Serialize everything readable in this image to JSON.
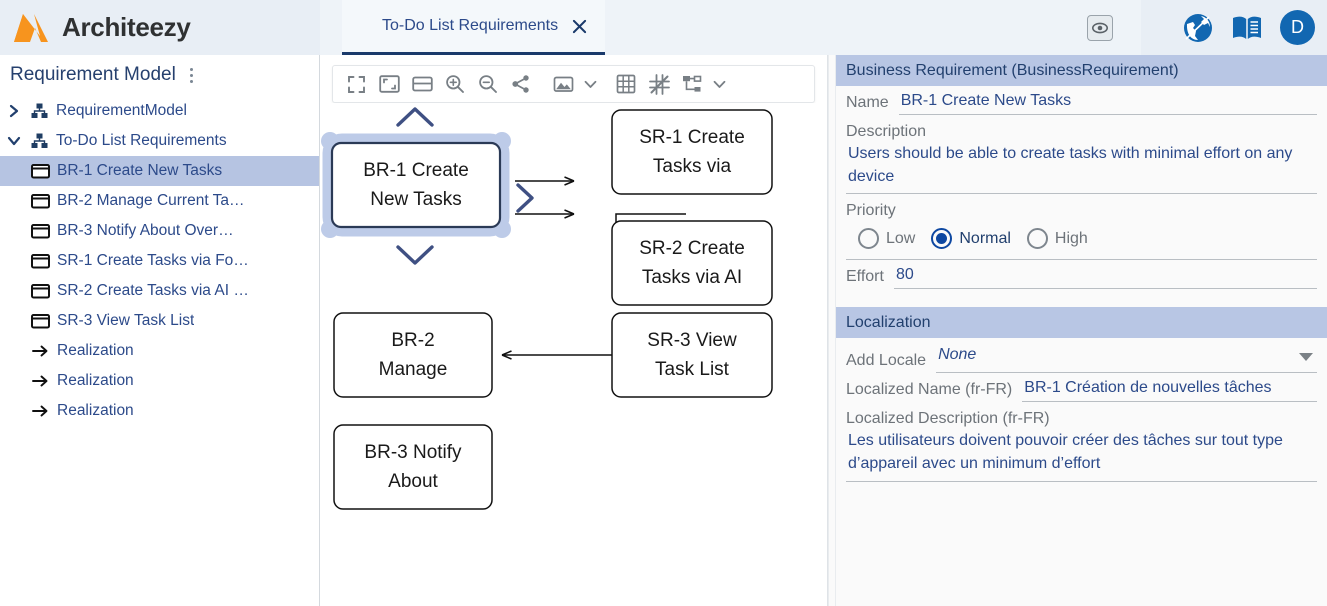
{
  "app": {
    "brand": "Architeezy",
    "logo_icon": "architeezy-logo-icon",
    "logo_color": "#F7941E"
  },
  "header": {
    "tab": {
      "label": "To-Do List Requirements",
      "close_icon": "close-icon"
    },
    "preview_icon": "eye-preview-icon",
    "icons": [
      {
        "name": "globe-icon",
        "label": "Globe"
      },
      {
        "name": "book-icon",
        "label": "Documentation"
      }
    ],
    "avatar": {
      "initial": "D",
      "color": "#1267b1"
    }
  },
  "sidebar": {
    "title": "Requirement Model",
    "menu_icon": "kebab-menu-icon",
    "items": [
      {
        "label": "RequirementModel",
        "icon": "model-tree-icon",
        "twisty": "chevron-right-icon",
        "indent": 1,
        "selected": false
      },
      {
        "label": "To-Do List Requirements",
        "icon": "model-tree-icon",
        "twisty": "chevron-down-icon",
        "indent": 1,
        "selected": false
      },
      {
        "label": "BR-1 Create New Tasks",
        "icon": "requirement-box-icon",
        "twisty": "",
        "indent": 2,
        "selected": true
      },
      {
        "label": "BR-2 Manage Current Ta…",
        "icon": "requirement-box-icon",
        "twisty": "",
        "indent": 2,
        "selected": false
      },
      {
        "label": "BR-3 Notify About Over…",
        "icon": "requirement-box-icon",
        "twisty": "",
        "indent": 2,
        "selected": false
      },
      {
        "label": "SR-1 Create Tasks via Fo…",
        "icon": "requirement-box-icon",
        "twisty": "",
        "indent": 2,
        "selected": false
      },
      {
        "label": "SR-2 Create Tasks via AI …",
        "icon": "requirement-box-icon",
        "twisty": "",
        "indent": 2,
        "selected": false
      },
      {
        "label": "SR-3 View Task List",
        "icon": "requirement-box-icon",
        "twisty": "",
        "indent": 2,
        "selected": false
      },
      {
        "label": "Realization",
        "icon": "arrow-right-icon",
        "twisty": "",
        "indent": 2,
        "selected": false
      },
      {
        "label": "Realization",
        "icon": "arrow-right-icon",
        "twisty": "",
        "indent": 2,
        "selected": false
      },
      {
        "label": "Realization",
        "icon": "arrow-right-icon",
        "twisty": "",
        "indent": 2,
        "selected": false
      }
    ]
  },
  "toolbar": {
    "buttons": [
      {
        "name": "fit-screen-icon",
        "title": "Fit to screen"
      },
      {
        "name": "fit-selection-icon",
        "title": "Fit selection"
      },
      {
        "name": "fit-width-icon",
        "title": "Fit width"
      },
      {
        "name": "zoom-in-icon",
        "title": "Zoom in"
      },
      {
        "name": "zoom-out-icon",
        "title": "Zoom out"
      },
      {
        "name": "share-icon",
        "title": "Share"
      },
      {
        "name": "export-image-icon",
        "title": "Export image"
      },
      {
        "name": "export-image-chevron-icon",
        "title": "Export options"
      },
      {
        "name": "grid-icon",
        "title": "Grid"
      },
      {
        "name": "snap-icon",
        "title": "Snap to grid"
      },
      {
        "name": "layout-tree-icon",
        "title": "Auto layout"
      },
      {
        "name": "layout-chevron-icon",
        "title": "Layout options"
      }
    ]
  },
  "diagram": {
    "nodes": [
      {
        "id": "br1",
        "label": "BR-1 Create\nNew Tasks",
        "line1": "BR-1 Create",
        "line2": "New Tasks",
        "selected": true
      },
      {
        "id": "sr1",
        "label": "SR-1 Create Tasks via",
        "line1": "SR-1 Create",
        "line2": "Tasks via",
        "selected": false
      },
      {
        "id": "sr2",
        "label": "SR-2 Create Tasks via AI",
        "line1": "SR-2 Create",
        "line2": "Tasks via AI",
        "selected": false
      },
      {
        "id": "br2",
        "label": "BR-2 Manage",
        "line1": "BR-2",
        "line2": "Manage",
        "selected": false
      },
      {
        "id": "sr3",
        "label": "SR-3 View Task List",
        "line1": "SR-3 View",
        "line2": "Task List",
        "selected": false
      },
      {
        "id": "br3",
        "label": "BR-3 Notify About",
        "line1": "BR-3 Notify",
        "line2": "About",
        "selected": false
      }
    ],
    "nav": {
      "up_icon": "chevron-up-icon",
      "down_icon": "chevron-down-icon",
      "right_icon": "chevron-right-icon"
    }
  },
  "properties": {
    "section1": {
      "title": "Business Requirement (BusinessRequirement)",
      "name_label": "Name",
      "name_value": "BR-1 Create New Tasks",
      "description_label": "Description",
      "description_value": "Users should be able to create tasks with minimal effort on any device",
      "priority_label": "Priority",
      "priority_options": [
        {
          "label": "Low",
          "selected": false
        },
        {
          "label": "Normal",
          "selected": true
        },
        {
          "label": "High",
          "selected": false
        }
      ],
      "effort_label": "Effort",
      "effort_value": "80"
    },
    "section2": {
      "title": "Localization",
      "add_locale_label": "Add Locale",
      "add_locale_value": "None",
      "dropdown_icon": "chevron-down-icon",
      "localized_name_label": "Localized Name (fr-FR)",
      "localized_name_value": "BR-1 Création de nouvelles tâches",
      "localized_description_label": "Localized Description (fr-FR)",
      "localized_description_value": "Les utilisateurs doivent pouvoir créer des tâches sur tout type d’appareil avec un minimum d’effort"
    }
  }
}
